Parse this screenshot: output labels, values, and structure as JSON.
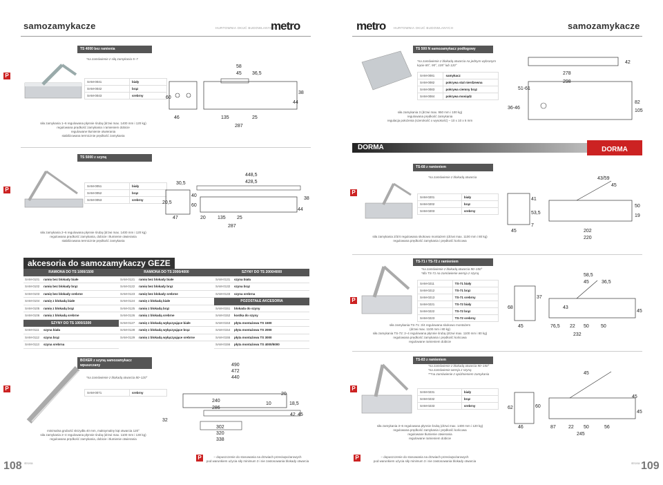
{
  "header": {
    "left_title": "samozamykacze",
    "left_tag": "HURTOWNIA OKUĆ BUDOWLANYCH",
    "logo_left": "metro",
    "right_tag": "HURTOWNIA OKUĆ BUDOWLANYCH",
    "right_title": "samozamykacze"
  },
  "ts4000": {
    "title": "TS 4000 bez ramienia",
    "note": "*na zamówienie z siłą zamykania 5–7",
    "rows": [
      [
        "SAM-0041",
        "biały"
      ],
      [
        "SAM-0042",
        "brąz"
      ],
      [
        "SAM-0043",
        "srebrny"
      ]
    ],
    "desc": [
      "siła zamykania 1–6 regulowana płynnie śrubą (drzwi max. 1400 mm i 120 kg)",
      "regulowana prędkość zamykania i ramieniem dobicie",
      "regulowane tłumienie otwierania",
      "stabilizowana termicznie prędkość zamykania"
    ],
    "dims": [
      "58",
      "45",
      "36,5",
      "38",
      "60",
      "46",
      "135",
      "25",
      "287",
      "44"
    ]
  },
  "ts5000": {
    "title": "TS 5000 z szyną",
    "rows": [
      [
        "SAM-0051",
        "biały"
      ],
      [
        "SAM-0052",
        "brąz"
      ],
      [
        "SAM-0053",
        "srebrny"
      ]
    ],
    "desc": [
      "siła zamykania 2–6 regulowana płynnie śrubą (drzwi max. 1400 mm i 120 kg)",
      "regulowana prędkość zamykania, dobicie i tłumienie otwierania",
      "stabilizowana termicznie prędkość zamykania"
    ],
    "dims": [
      "30,5",
      "448,5",
      "428,5",
      "40",
      "60",
      "20,5",
      "47",
      "20",
      "135",
      "25",
      "287",
      "44",
      "38"
    ]
  },
  "accessories": {
    "title": "akcesoria do samozamykaczy GEZE",
    "col1_head": "RAMIONA DO TS 1000/1500",
    "col2_head": "RAMIONA DO TS 2000/4000",
    "col3_head": "SZYNY DO TS 2000/4000",
    "col1": [
      [
        "SAM-0101",
        "ramię bez blokady białe"
      ],
      [
        "SAM-0102",
        "ramię bez blokady brąz"
      ],
      [
        "SAM-0103",
        "ramię bez blokady srebrne"
      ],
      [
        "SAM-0104",
        "ramię z blokadą białe"
      ],
      [
        "SAM-0105",
        "ramię z blokadą brąz"
      ],
      [
        "SAM-0106",
        "ramię z blokadą srebrne"
      ]
    ],
    "col1_sub": "SZYNY DO TS 1000/1500",
    "col1b": [
      [
        "SAM-0111",
        "szyna biała"
      ],
      [
        "SAM-0112",
        "szyna brąz"
      ],
      [
        "SAM-0113",
        "szyna srebrna"
      ]
    ],
    "col2": [
      [
        "SAM-0121",
        "ramię bez blokady białe"
      ],
      [
        "SAM-0122",
        "ramię bez blokady brąz"
      ],
      [
        "SAM-0123",
        "ramię bez blokady srebrne"
      ],
      [
        "SAM-0124",
        "ramię z blokadą białe"
      ],
      [
        "SAM-0125",
        "ramię z blokadą brąz"
      ],
      [
        "SAM-0126",
        "ramię z blokadą srebrne"
      ],
      [
        "SAM-0127",
        "ramię z blokadą wyłączyające białe"
      ],
      [
        "SAM-0128",
        "ramię z blokadą wyłączyające brąz"
      ],
      [
        "SAM-0129",
        "ramię z blokadą wyłączyające srebrne"
      ]
    ],
    "col3": [
      [
        "SAM-0131",
        "szyna biała"
      ],
      [
        "SAM-0132",
        "szyna brąz"
      ],
      [
        "SAM-0133",
        "szyna srebrna"
      ]
    ],
    "col3_sub": "POZOSTAŁE AKCESORIA",
    "col3b": [
      [
        "SAM-0151",
        "blokada do szyny"
      ],
      [
        "SAM-0152",
        "kostka do szyny"
      ],
      [
        "SAM-0153",
        "płyta montażowa TS 1500"
      ],
      [
        "SAM-0154",
        "płyta montażowa TS 2000"
      ],
      [
        "SAM-0155",
        "płyta montażowa TS 3000"
      ],
      [
        "SAM-0156",
        "płyta montażowa TS 4000/5000"
      ]
    ]
  },
  "boxer": {
    "title": "BOXER z szyną samozamykacz wpuszczany",
    "note": "*na zamówienie z blokadą otwarcia 80–120°",
    "rows": [
      [
        "SAM-0071",
        "srebrny"
      ]
    ],
    "desc": [
      "minimalna grubość skrzydła 40 mm, maksymalny kąt otwarcia 120°",
      "siła zamykania 2–4 regulowana płynnie śrubą (drzwi max. 1100 mm i 130 kg)",
      "regulowana prędkość zamykania, dobicie i tłumienie otwierania"
    ],
    "dims": [
      "490",
      "472",
      "440",
      "240",
      "286",
      "20",
      "10",
      "18,5",
      "32",
      "42",
      "45",
      "302",
      "320",
      "338"
    ]
  },
  "footer_left": {
    "page": "108",
    "text1": "– dopuszczenie do stosowania na drzwiach przeciwpożarowych",
    "text2": "pod warunkiem użycia siły minimum 3 i nie zastosowania blokady otwarcia",
    "small": "strona"
  },
  "ts500n": {
    "title": "TS 500 N samozamykacz podłogowy",
    "note": "*na zamówienie z blokadą otwarcia na jednym wybranym kącie 85°, 90°, 105° lub 120°",
    "rows": [
      [
        "SAM-0081",
        "samykacz"
      ],
      [
        "SAM-0082",
        "pokrywa stal nierdzewna"
      ],
      [
        "SAM-0083",
        "pokrywa ciemny brąz"
      ],
      [
        "SAM-0084",
        "pokrywa mosiądz"
      ]
    ],
    "desc": [
      "siła zamykania 3 (drzwi max. 950 mm i 100 kg)",
      "regulowana prędkość zamykania",
      "regulacja położenia (szerokość x wysokość) – 10 x 10 x 6 mm"
    ],
    "dims": [
      "278",
      "298",
      "42",
      "51-61",
      "36-46",
      "82",
      "105"
    ]
  },
  "dorma_band": "DORMA",
  "dorma_logo": "DORMA",
  "ts68": {
    "title": "TS-68 z ramieniem",
    "note": "*na zamówienie z blokadą otwarcia",
    "rows": [
      [
        "SAM-0201",
        "biały"
      ],
      [
        "SAM-0202",
        "brąz"
      ],
      [
        "SAM-0203",
        "srebrny"
      ]
    ],
    "desc": [
      "siła zamykania 2/3/4 regulowana skokowo montażem (drzwi max. 1100 mm i 80 kg)",
      "regulowana prędkość zamykania i prędkość końcowa"
    ],
    "dims": [
      "43/59",
      "45",
      "41",
      "53,5",
      "7",
      "50",
      "19",
      "45",
      "202",
      "220"
    ]
  },
  "ts71": {
    "title": "TS-71 i TS-72 z ramieniem",
    "note1": "*na zamówienie z blokadą otwarcia 90–150°",
    "note2": "*dla TS-71 na zamówienie wersja z szyną",
    "rows": [
      [
        "SAM-0211",
        "TS-71 biały"
      ],
      [
        "SAM-0212",
        "TS-71 brąz"
      ],
      [
        "SAM-0213",
        "TS-71 srebrny"
      ],
      [
        "SAM-0221",
        "TS-72 biały"
      ],
      [
        "SAM-0222",
        "TS-72 brąz"
      ],
      [
        "SAM-0223",
        "TS-72 srebrny"
      ]
    ],
    "desc": [
      "siła zamykania TS-71: 3/4 regulowana skokowo montażem",
      "(drzwi max. 1100 mm i 80 kg)",
      "siła zamykania TS-72: 2–4 regulowana płynnie śrubą (drzwi max. 1100 mm i 80 kg)",
      "regulowana prędkość zamykania i prędkość końcowa",
      "regulowane ramieniem dobicie"
    ],
    "dims": [
      "58,5",
      "45",
      "36,5",
      "37",
      "68",
      "43",
      "45",
      "76,5",
      "22",
      "50",
      "50",
      "232",
      "45"
    ]
  },
  "ts83": {
    "title": "TS-83 z ramieniem",
    "note1": "*na zamówienie z blokadą otwarcia 90–150°",
    "note2": "*na zamówienie wersja z szyną",
    "note3": "***na zamówienie z opóźnieniem zamykania",
    "rows": [
      [
        "SAM-0231",
        "biały"
      ],
      [
        "SAM-0232",
        "brąz"
      ],
      [
        "SAM-0233",
        "srebrny"
      ]
    ],
    "desc": [
      "siła zamykania 3–6 regulowana płynnie śrubą (drzwi max. 1400 mm i 120 kg)",
      "regulowana prędkość zamykania i prędkość końcowa",
      "regulowane tłumienie otwierania",
      "regulowane ramieniem dobicie"
    ],
    "dims": [
      "45",
      "45",
      "60",
      "62",
      "46",
      "87",
      "22",
      "50",
      "56",
      "245",
      "45"
    ]
  },
  "footer_right": {
    "page": "109",
    "text1": "– dopuszczenie do stosowania na drzwiach przeciwpożarowych",
    "text2": "pod warunkiem użycia siły minimum 3 i nie zastosowania blokady otwarcia",
    "small": "strona"
  },
  "p_badge": "P",
  "colors": {
    "accent": "#c22222",
    "header_bg": "#555555",
    "band": "#3a3a3a"
  }
}
